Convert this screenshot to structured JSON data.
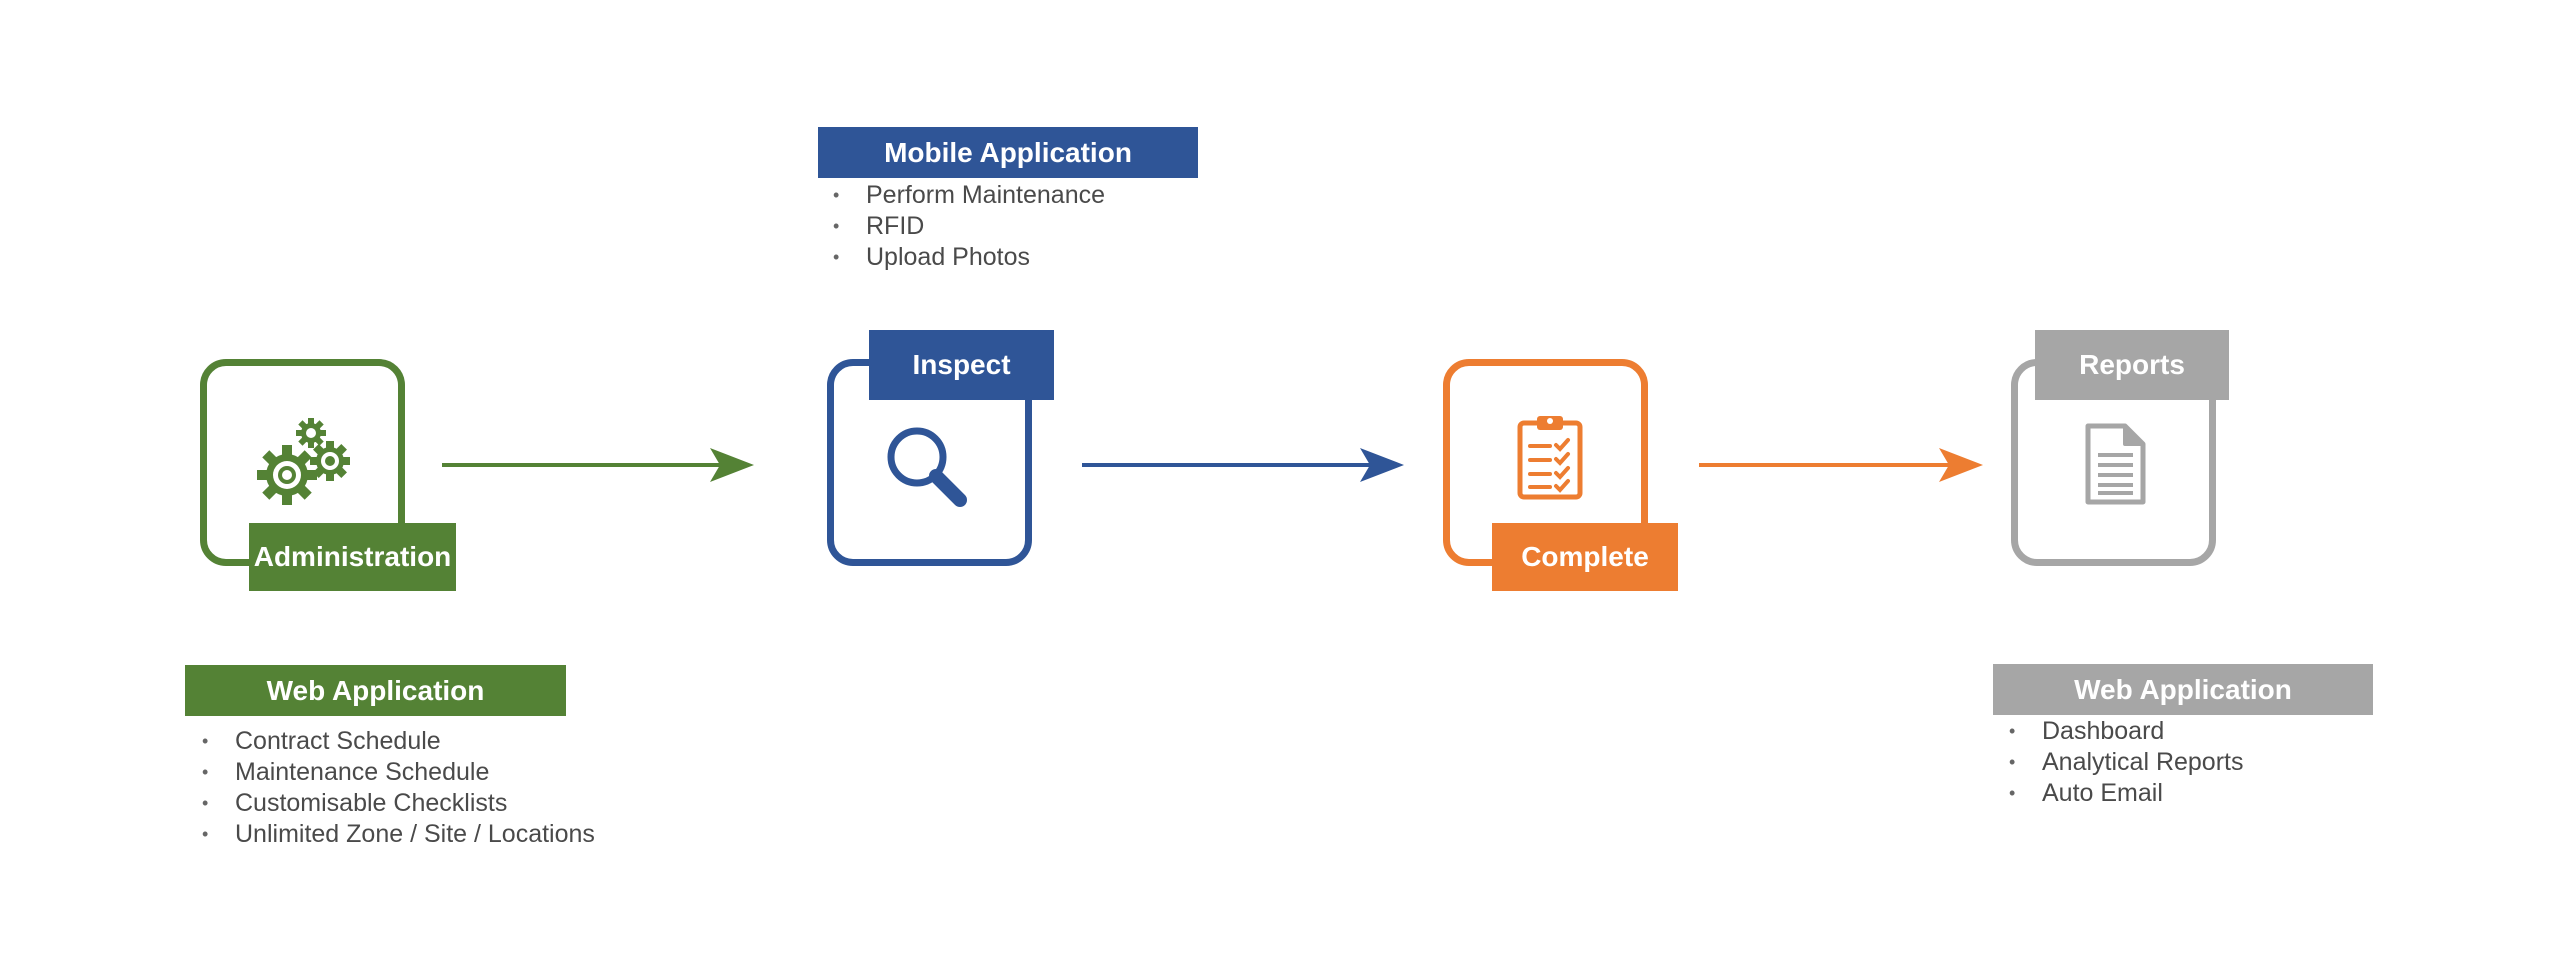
{
  "colors": {
    "green": "#548235",
    "blue": "#2F5597",
    "orange": "#ED7D31",
    "gray": "#A6A6A6",
    "text": "#4a4a4a"
  },
  "steps": [
    {
      "id": "administration",
      "label": "Administration",
      "color": "#548235",
      "icon": "gears-icon"
    },
    {
      "id": "inspect",
      "label": "Inspect",
      "color": "#2F5597",
      "icon": "magnifier-icon"
    },
    {
      "id": "complete",
      "label": "Complete",
      "color": "#ED7D31",
      "icon": "clipboard-checklist-icon"
    },
    {
      "id": "reports",
      "label": "Reports",
      "color": "#A6A6A6",
      "icon": "document-icon"
    }
  ],
  "callouts": {
    "admin_web": {
      "title": "Web Application",
      "items": [
        "Contract Schedule",
        "Maintenance Schedule",
        "Customisable Checklists",
        "Unlimited Zone / Site / Locations"
      ]
    },
    "mobile": {
      "title": "Mobile Application",
      "items": [
        "Perform Maintenance",
        "RFID",
        "Upload Photos"
      ]
    },
    "reports_web": {
      "title": "Web Application",
      "items": [
        "Dashboard",
        "Analytical Reports",
        "Auto Email"
      ]
    }
  }
}
